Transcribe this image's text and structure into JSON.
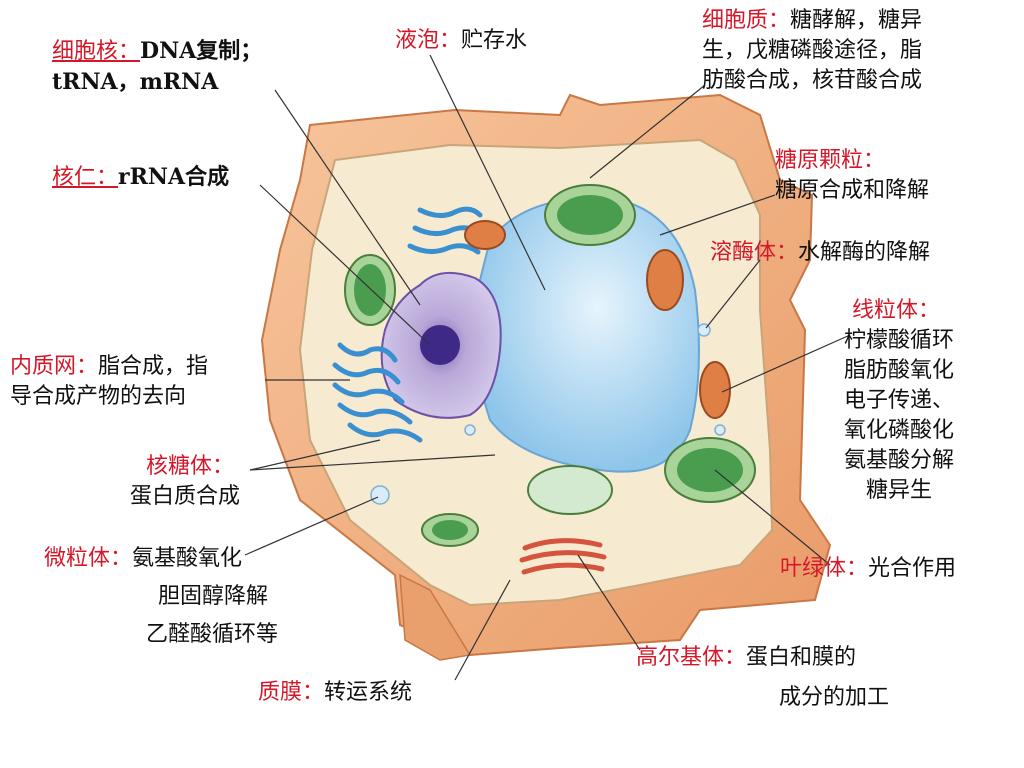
{
  "labels": {
    "nucleus": {
      "name": "细胞核：",
      "line1": "DNA复制；",
      "line2": "tRNA，mRNA"
    },
    "vacuole": {
      "name": "液泡：",
      "desc": "贮存水"
    },
    "cytoplasm": {
      "name": "细胞质：",
      "line1": "糖酵解，糖异",
      "line2": "生，戊糖磷酸途径，脂",
      "line3": "肪酸合成，核苷酸合成"
    },
    "nucleolus": {
      "name": "核仁：",
      "desc": "rRNA合成"
    },
    "glycogen": {
      "name": "糖原颗粒：",
      "desc": "糖原合成和降解"
    },
    "lysosome": {
      "name": "溶酶体：",
      "desc": "水解酶的降解"
    },
    "mitochondria": {
      "name": "线粒体：",
      "lines": [
        "柠檬酸循环",
        "脂肪酸氧化",
        "电子传递、",
        "氧化磷酸化",
        "氨基酸分解",
        "糖异生"
      ]
    },
    "er": {
      "name": "内质网：",
      "line1": "脂合成，指",
      "line2": "导合成产物的去向"
    },
    "ribosome": {
      "name": "核糖体：",
      "desc": "蛋白质合成"
    },
    "microbody": {
      "name": "微粒体：",
      "lines": [
        "氨基酸氧化",
        "胆固醇降解",
        "乙醛酸循环等"
      ]
    },
    "chloroplast": {
      "name": "叶绿体：",
      "desc": "光合作用"
    },
    "golgi": {
      "name": "高尔基体：",
      "line1": "蛋白和膜的",
      "line2": "成分的加工"
    },
    "membrane": {
      "name": "质膜：",
      "desc": "转运系统"
    }
  },
  "colors": {
    "label_red": "#d4182a",
    "cell_wall": "#f2b283",
    "cytoplasm_fill": "#f6ead0",
    "vacuole": "#b9dcf2",
    "nucleus": "#b9a8d8",
    "er": "#3a8fd0",
    "chloroplast": "#4a9c4f",
    "mitochondrion": "#e07f45",
    "golgi": "#d4543e"
  }
}
